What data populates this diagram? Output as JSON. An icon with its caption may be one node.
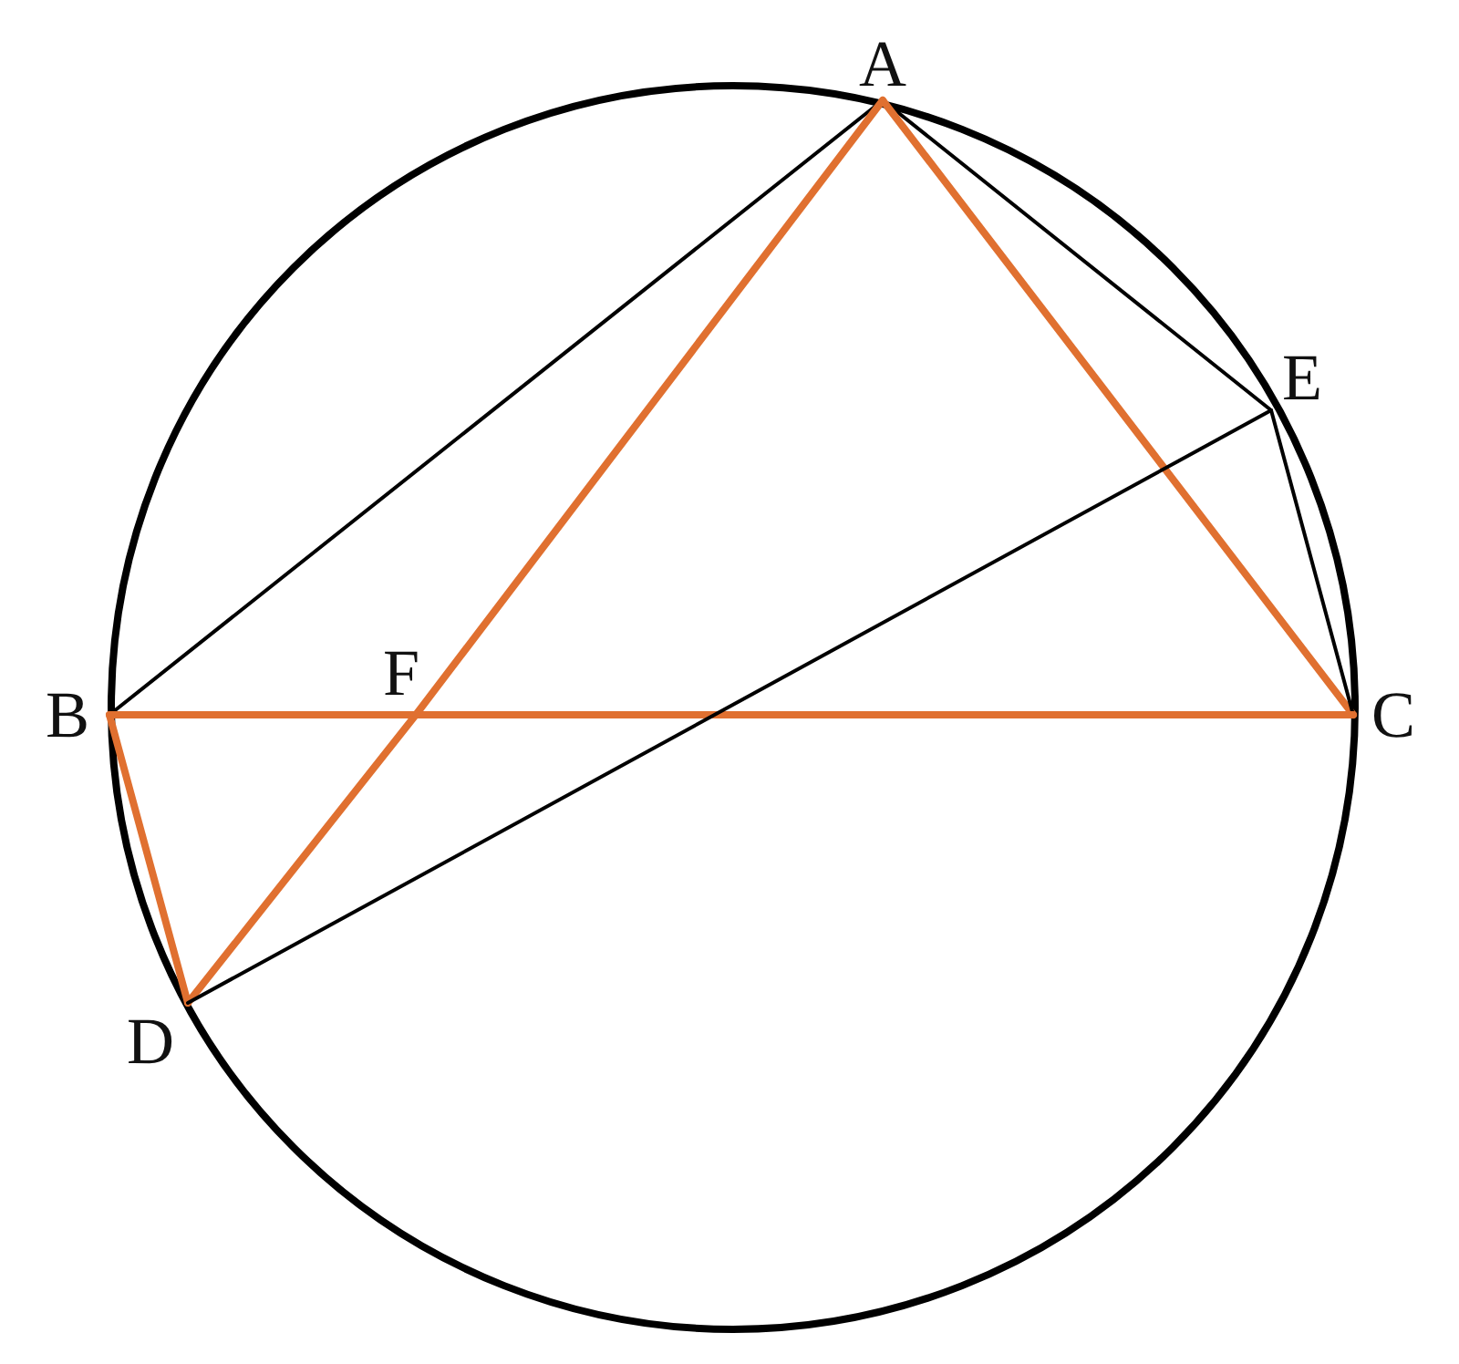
{
  "diagram": {
    "nodes": [
      {
        "text": [
          "A"
        ]
      },
      {
        "text": [
          "E"
        ]
      },
      {
        "text": [
          "B"
        ]
      },
      {
        "text": [
          "F"
        ]
      },
      {
        "text": [
          "C"
        ]
      },
      {
        "text": [
          "D"
        ]
      }
    ],
    "edges": [
      {
        "from": 0,
        "to": 2,
        "arrow": "none",
        "color": "#000000"
      },
      {
        "from": 0,
        "to": 1,
        "arrow": "none",
        "color": "#000000"
      },
      {
        "from": 0,
        "to": 3,
        "arrow": "none"
      },
      {
        "from": 3,
        "to": 5,
        "arrow": "none"
      },
      {
        "from": 0,
        "to": 4,
        "arrow": "none"
      },
      {
        "from": 1,
        "to": 4,
        "arrow": "none",
        "color": "#000000"
      },
      {
        "from": 2,
        "to": 3,
        "arrow": "none"
      },
      {
        "from": 3,
        "to": 4,
        "arrow": "none"
      },
      {
        "from": 2,
        "to": 5,
        "arrow": "none"
      },
      {
        "from": 5,
        "to": 1,
        "arrow": "none",
        "color": "#000000"
      }
    ]
  }
}
